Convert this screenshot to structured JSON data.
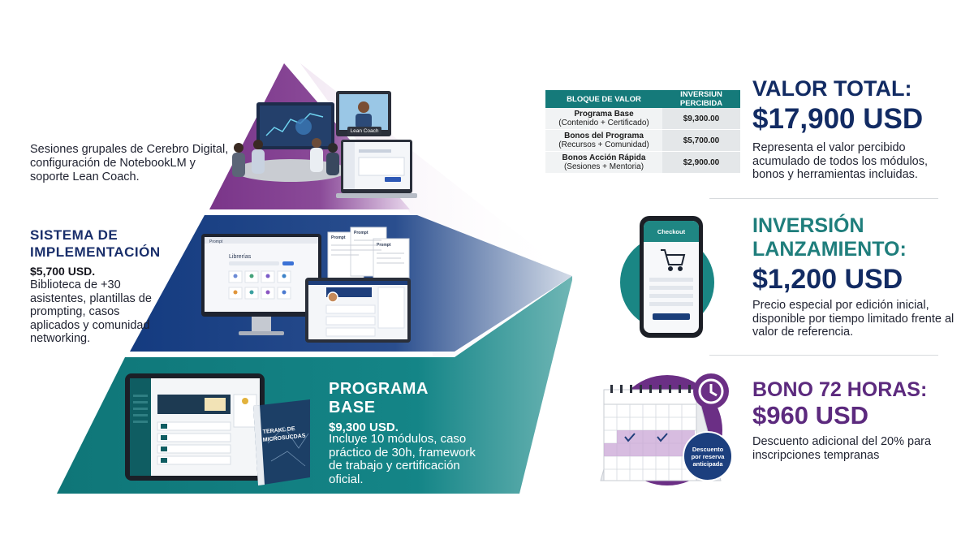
{
  "colors": {
    "purple": "#7b3a8c",
    "navy": "#163f85",
    "teal": "#127e80",
    "dark_blue": "#122b63",
    "teal_title": "#1f7e7c",
    "purple_title": "#5c2a7e"
  },
  "tier_top": {
    "description": "Sesiones grupales de Cerebro Digital, configuración de NotebookLM y soporte Lean Coach.",
    "video_label": "Lean Coach"
  },
  "tier_middle": {
    "title_line1": "SISTEMA DE",
    "title_line2": "IMPLEMENTACIÓN",
    "price": "$5,700 USD.",
    "description": "Biblioteca de +30 asistentes, plantillas de prompting, casos aplicados y comunidad networking.",
    "screen_title": "Librerías",
    "doc_label": "Prompt"
  },
  "tier_base": {
    "title_line1": "PROGRAMA",
    "title_line2": "BASE",
    "price": "$9,300 USD.",
    "description": "Incluye 10 módulos, caso práctico de 30h, framework de trabajo y certificación oficial.",
    "book_title_line1": "TERAKL DE",
    "book_title_line2": "MICROSUCDAS"
  },
  "value_table": {
    "headers": [
      "BLOQUE DE VALOR",
      "INVERSIUN PERCIBIDA"
    ],
    "rows": [
      {
        "name": "Programa Base",
        "detail": "(Contenido + Certificado)",
        "value": "$9,300.00"
      },
      {
        "name": "Bonos del Programa",
        "detail": "(Recursos + Comunidad)",
        "value": "$5,700.00"
      },
      {
        "name": "Bonos Acción Rápida",
        "detail": "(Sesiones + Mentoria)",
        "value": "$2,900.00"
      }
    ]
  },
  "valor_total": {
    "title": "VALOR TOTAL:",
    "price": "$17,900 USD",
    "description": "Representa el valor percibido acumulado de todos los módulos, bonos y herramientas incluidas."
  },
  "inversion": {
    "title_line1": "INVERSIÓN",
    "title_line2": "LANZAMIENTO:",
    "price": "$1,200 USD",
    "description": "Precio especial por edición inicial, disponible por tiempo limitado frente al valor de referencia.",
    "phone_header": "Checkout"
  },
  "bono": {
    "title": "BONO 72 HORAS:",
    "price": "$960 USD",
    "description": "Descuento adicional del 20% para inscripciones tempranas",
    "badge_line1": "Descuento",
    "badge_line2": "por reserva",
    "badge_line3": "anticipada"
  }
}
